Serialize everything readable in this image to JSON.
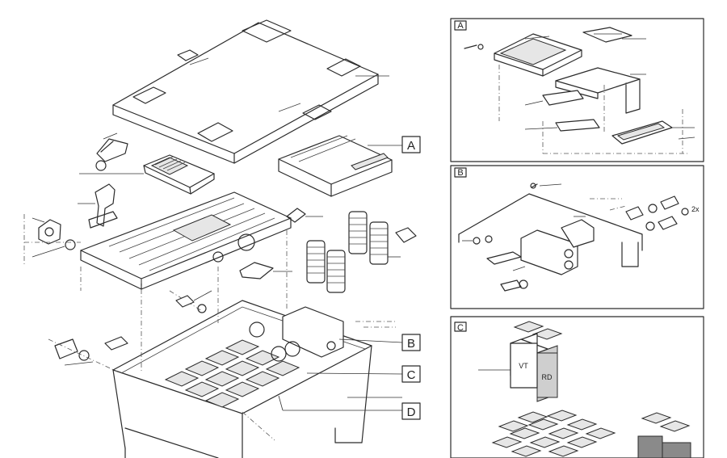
{
  "main_diagram": {
    "callouts": [
      {
        "id": "A",
        "label": "A"
      },
      {
        "id": "B",
        "label": "B"
      },
      {
        "id": "C",
        "label": "C"
      },
      {
        "id": "D",
        "label": "D"
      }
    ]
  },
  "detail_panels": [
    {
      "id": "A",
      "label": "A"
    },
    {
      "id": "B",
      "label": "B",
      "quantity_note": "2x"
    },
    {
      "id": "C",
      "label": "C",
      "media_labels": [
        "VT",
        "RD"
      ]
    }
  ],
  "colors": {
    "line": "#2b2b2b",
    "media_rd_fill": "#cfcfcf",
    "media_dark": "#8a8a8a"
  }
}
